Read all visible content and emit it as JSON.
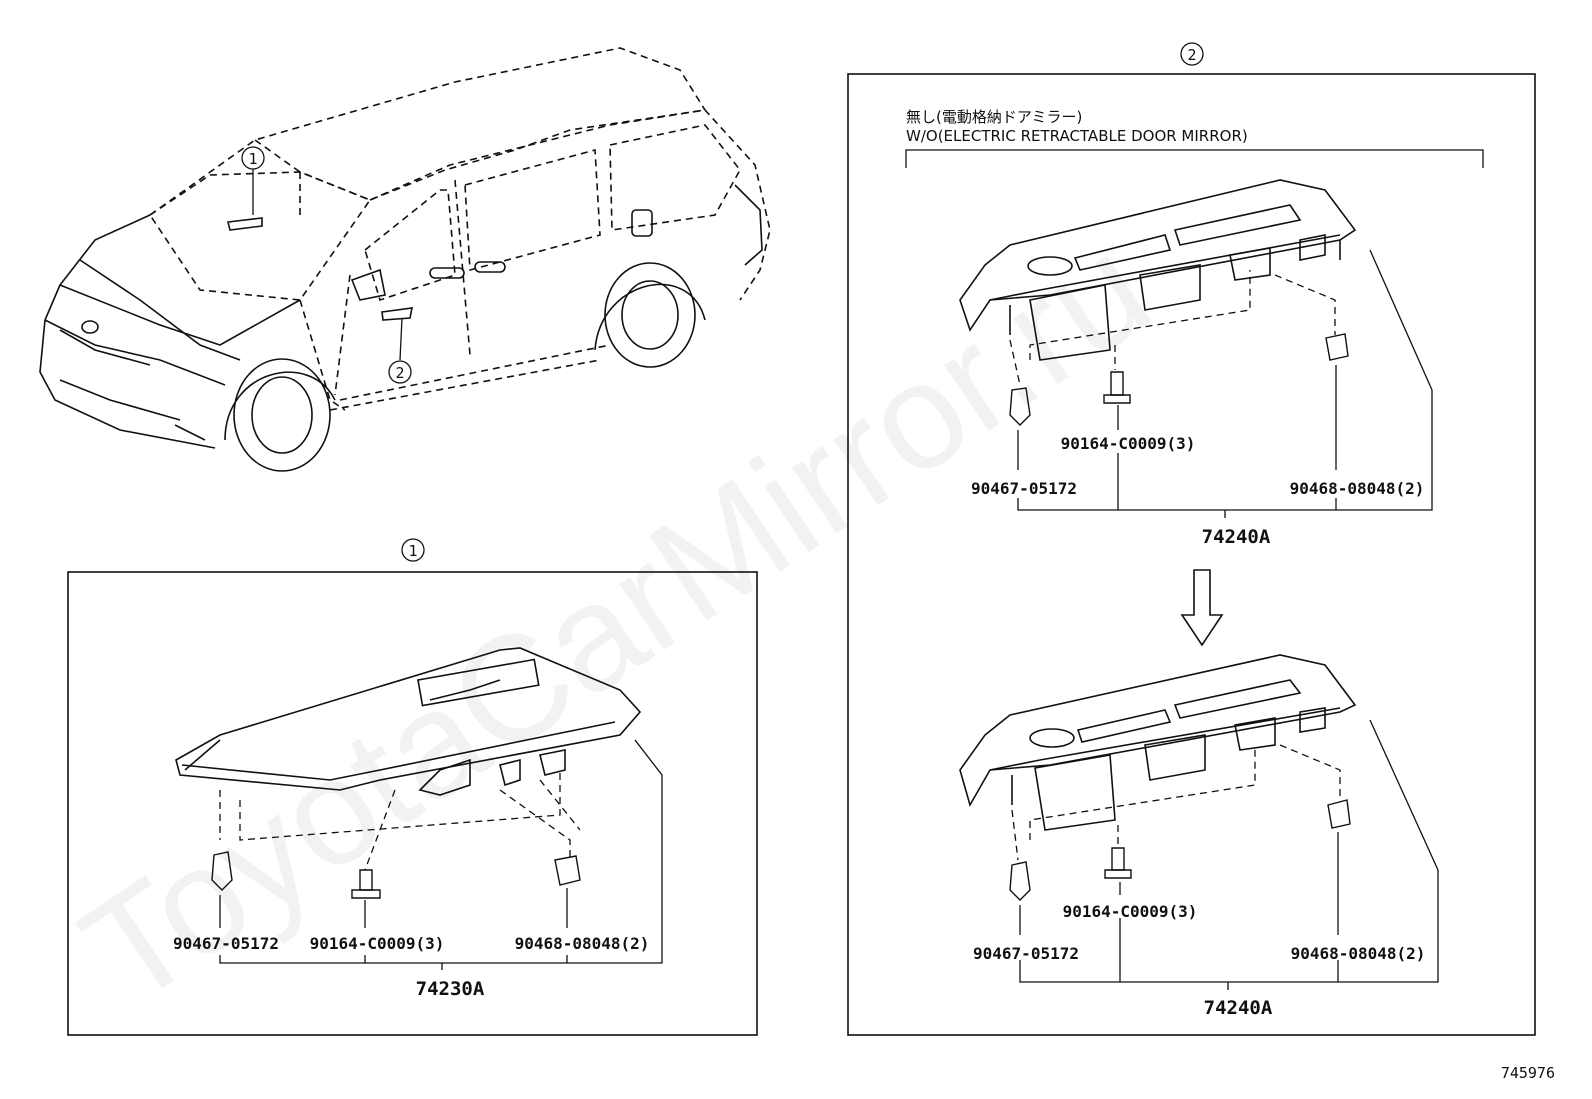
{
  "callouts": {
    "c1": "1",
    "c2": "2"
  },
  "panel1": {
    "part_a": "90467-05172",
    "part_b": "90164-C0009(3)",
    "part_c": "90468-08048(2)",
    "assembly": "74230A"
  },
  "panel2": {
    "note_jp": "無し(電動格納ドアミラー)",
    "note_en": "W/O(ELECTRIC RETRACTABLE DOOR MIRROR)",
    "top": {
      "part_a": "90467-05172",
      "part_b": "90164-C0009(3)",
      "part_c": "90468-08048(2)",
      "assembly": "74240A"
    },
    "bottom": {
      "part_a": "90467-05172",
      "part_b": "90164-C0009(3)",
      "part_c": "90468-08048(2)",
      "assembly": "74240A"
    }
  },
  "watermark": "ToyotaCarMirror.ru",
  "diagram_id": "745976"
}
